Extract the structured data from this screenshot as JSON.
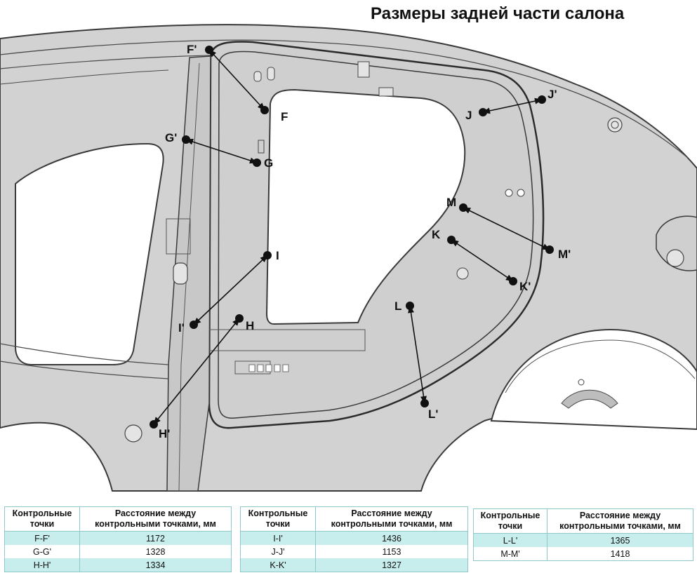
{
  "title": "Размеры задней части салона",
  "points": [
    {
      "id": "F",
      "label": "F"
    },
    {
      "id": "F2",
      "label": "F'"
    },
    {
      "id": "G",
      "label": "G"
    },
    {
      "id": "G2",
      "label": "G'"
    },
    {
      "id": "H",
      "label": "H"
    },
    {
      "id": "H2",
      "label": "H'"
    },
    {
      "id": "I",
      "label": "I"
    },
    {
      "id": "I2",
      "label": "I'"
    },
    {
      "id": "J",
      "label": "J"
    },
    {
      "id": "J2",
      "label": "J'"
    },
    {
      "id": "K",
      "label": "K"
    },
    {
      "id": "K2",
      "label": "K'"
    },
    {
      "id": "L",
      "label": "L"
    },
    {
      "id": "L2",
      "label": "L'"
    },
    {
      "id": "M",
      "label": "M"
    },
    {
      "id": "M2",
      "label": "M'"
    }
  ],
  "tables": [
    {
      "col1": "Контрольные точки",
      "col2": "Расстояние между контрольными точками, мм",
      "rows": [
        {
          "points": "F-F'",
          "distance": "1172"
        },
        {
          "points": "G-G'",
          "distance": "1328"
        },
        {
          "points": "H-H'",
          "distance": "1334"
        }
      ]
    },
    {
      "col1": "Контрольные точки",
      "col2": "Расстояние между контрольными точками, мм",
      "rows": [
        {
          "points": "I-I'",
          "distance": "1436"
        },
        {
          "points": "J-J'",
          "distance": "1153"
        },
        {
          "points": "K-K'",
          "distance": "1327"
        }
      ]
    },
    {
      "col1": "Контрольные точки",
      "col2": "Расстояние между контрольными точками, мм",
      "rows": [
        {
          "points": "L-L'",
          "distance": "1365"
        },
        {
          "points": "M-M'",
          "distance": "1418"
        }
      ]
    }
  ],
  "colors": {
    "panel": "#d2d2d2",
    "line": "#3a3a3a",
    "table_border": "#8fc8c8",
    "table_shade": "#c7eded"
  }
}
